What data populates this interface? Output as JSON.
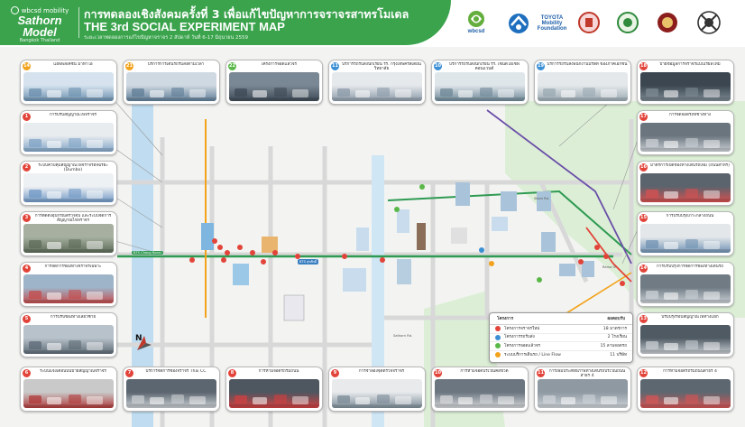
{
  "header": {
    "brand_top": "wbcsd mobility",
    "brand_main": "Sathorn Model",
    "brand_sub": "Bangkok Thailand",
    "title_th": "การทดลองเชิงสังคมครั้งที่ 3 เพื่อแก้ไขปัญหาการจราจรสาทรโมเดล",
    "title_en": "THE 3rd SOCIAL EXPERIMENT MAP",
    "subtitle": "ระยะเวลาทดลองการแก้ไขปัญหาจราจร 2 สัปดาห์  วันที่ 6-17 มิถุนายน 2559",
    "colors": {
      "band": "#3aa34c"
    }
  },
  "logos": [
    {
      "name": "wbcsd-logo",
      "label": "wbcsd"
    },
    {
      "name": "toyota-mobility-foundation-logo",
      "label": "TOYOTA Mobility Foundation"
    },
    {
      "name": "thai-emblem-1",
      "label": ""
    },
    {
      "name": "thai-emblem-2",
      "label": ""
    },
    {
      "name": "thai-emblem-3",
      "label": ""
    },
    {
      "name": "thai-emblem-4",
      "label": ""
    }
  ],
  "cards": [
    {
      "num": "14",
      "title": "แอพพลิเคชัน มาทาโอ",
      "color": "#f2a21b"
    },
    {
      "num": "21",
      "title": "บริการการเดินรถรับส่งตามเวลา",
      "color": "#f2a21b"
    },
    {
      "num": "22",
      "title": "โครงการจอดแล้วจร",
      "color": "#5ab849"
    },
    {
      "num": "11",
      "title": "บริการรถรับส่งนักเรียน รร. กรุงเทพคริสเตียนวิทยาลัย",
      "color": "#3b8fd4"
    },
    {
      "num": "10",
      "title": "บริการรถรับส่งนักเรียน รร. เซนต์โยเซฟคอนแวนต์",
      "color": "#3b8fd4"
    },
    {
      "num": "19",
      "title": "บริการรถรับส่งพนักงานบริษัท ของภาคเอกชน",
      "color": "#3b8fd4"
    },
    {
      "num": "18",
      "title": "ป้ายข้อมูลการจราจรแบบเรียลไทม์",
      "color": "#e2443a"
    },
    {
      "num": "1",
      "title": "การปรับสัญญาณไฟจราจร",
      "color": "#e2443a"
    },
    {
      "num": "2",
      "title": "ระบบควบคุมสัญญาณไฟจราจรอัจฉริยะ (Dumbo)",
      "color": "#e2443a"
    },
    {
      "num": "3",
      "title": "การติดตั้งอุปกรณ์ตรวจจับ และระบบจัดการสัญญาณไฟจราจร",
      "color": "#e2443a"
    },
    {
      "num": "4",
      "title": "การจัดการช่องทางจราจรเฉพาะ",
      "color": "#e2443a"
    },
    {
      "num": "5",
      "title": "การปรับช่องทางเลี้ยวซ้าย",
      "color": "#e2443a"
    },
    {
      "num": "6",
      "title": "ระบบแจ้งเตือนบนป้ายสัญญาณจราจร",
      "color": "#e2443a"
    },
    {
      "num": "7",
      "title": "บริการจัดการช่องจราจร Thai CC",
      "color": "#e2443a"
    },
    {
      "num": "8",
      "title": "การห้ามจอดรถริมถนน",
      "color": "#e2443a"
    },
    {
      "num": "9",
      "title": "การจำลองจุดตรวจจราจร",
      "color": "#e2443a"
    },
    {
      "num": "10",
      "title": "การห้ามจอดบริเวณคอขวด",
      "color": "#e2443a"
    },
    {
      "num": "11",
      "title": "การเพิ่มประสิทธิภาพทางเดินรถบริเวณถนนสาธร 4",
      "color": "#e2443a"
    },
    {
      "num": "12",
      "title": "การห้ามจอดรถริมถนนสาธร 4",
      "color": "#e2443a"
    },
    {
      "num": "13",
      "title": "ปรับปรุงรอบสัญญาณไฟทางแยก",
      "color": "#e2443a"
    },
    {
      "num": "14",
      "title": "การปรับปรุงการจัดการช่องทางเดินรถ",
      "color": "#e2443a"
    },
    {
      "num": "15",
      "title": "การปรับปรุงเกาะกลางถนน",
      "color": "#e2443a"
    },
    {
      "num": "16",
      "title": "มาตรการเปิดช่องทางเดินรถเพิ่ม (ถนนสาทร)",
      "color": "#e2443a"
    },
    {
      "num": "17",
      "title": "การจัดจอดรถที่ข้างทาง",
      "color": "#e2443a"
    }
  ],
  "map": {
    "north_label": "N",
    "bts_label": "BTS Chong Nonsi",
    "station_label": "BTS สุรศักดิ์",
    "road_labels": [
      "Sathorn Rd.",
      "Silom Rd.",
      "Rama IV"
    ],
    "colors": {
      "road": "#d8d8d8",
      "green_line": "#2f9a52",
      "purple_line": "#6b4ea8",
      "orange_line": "#f2a21b"
    }
  },
  "legend": {
    "header_left": "โครงการ",
    "header_right": "ผลตอบรับ",
    "rows": [
      {
        "label": "โครงการจราจรใหม่",
        "count": "18 มาตรการ",
        "color": "#e2443a"
      },
      {
        "label": "โครงการรถรับส่ง",
        "count": "2 โรงเรียน",
        "color": "#3b8fd4"
      },
      {
        "label": "โครงการจอดแล้วจร",
        "count": "15 ลานจอดรถ",
        "color": "#5ab849"
      },
      {
        "label": "ระบบบริการเดินรถ / Line Flow",
        "count": "11 บริษัท",
        "color": "#f2a21b"
      }
    ]
  }
}
